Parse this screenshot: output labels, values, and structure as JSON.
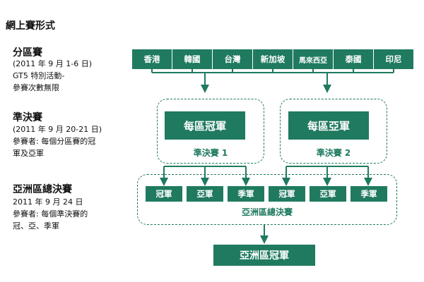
{
  "page_title": "網上賽形式",
  "sections": {
    "regional": {
      "title": "分區賽",
      "lines": [
        "(2011 年 9 月 1-6 日)",
        "GT5 特別活動-",
        "參賽次數無限"
      ]
    },
    "semifinal": {
      "title": "準決賽",
      "lines": [
        "(2011 年 9 月 20-21 日)",
        "參賽者: 每個分區賽的冠",
        "軍及亞軍"
      ]
    },
    "asia_final": {
      "title": "亞洲區總決賽",
      "lines": [
        "2011 年 9 月 24 日",
        "參賽者: 每個準決賽的",
        "冠、亞、季軍"
      ]
    }
  },
  "regions": [
    "香港",
    "韓國",
    "台灣",
    "新加坡",
    "馬來西亞",
    "泰國",
    "印尼"
  ],
  "semifinal_groups": [
    {
      "winner": "每區冠軍",
      "label": "準決賽 1"
    },
    {
      "winner": "每區亞軍",
      "label": "準決賽 2"
    }
  ],
  "finalists": [
    "冠軍",
    "亞軍",
    "季軍",
    "冠軍",
    "亞軍",
    "季軍"
  ],
  "final_group_label": "亞洲區總決賽",
  "champion": "亞洲區冠軍",
  "colors": {
    "accent": "#1f7a60",
    "text": "#111111"
  }
}
